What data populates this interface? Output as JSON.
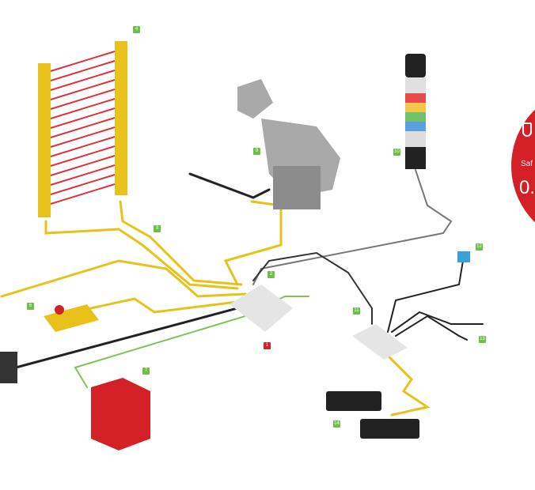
{
  "badges": [
    "4",
    "9",
    "10",
    "3",
    "2",
    "12",
    "6",
    "11",
    "13",
    "14",
    "7",
    "1"
  ],
  "callout": {
    "label": "Saf",
    "value": "0."
  },
  "colors": {
    "safety_cable": "#e8c21a",
    "power_cable": "#222222",
    "network_cable": "#7cc45a",
    "badge": "#6cc04a",
    "accent": "#d42027"
  }
}
